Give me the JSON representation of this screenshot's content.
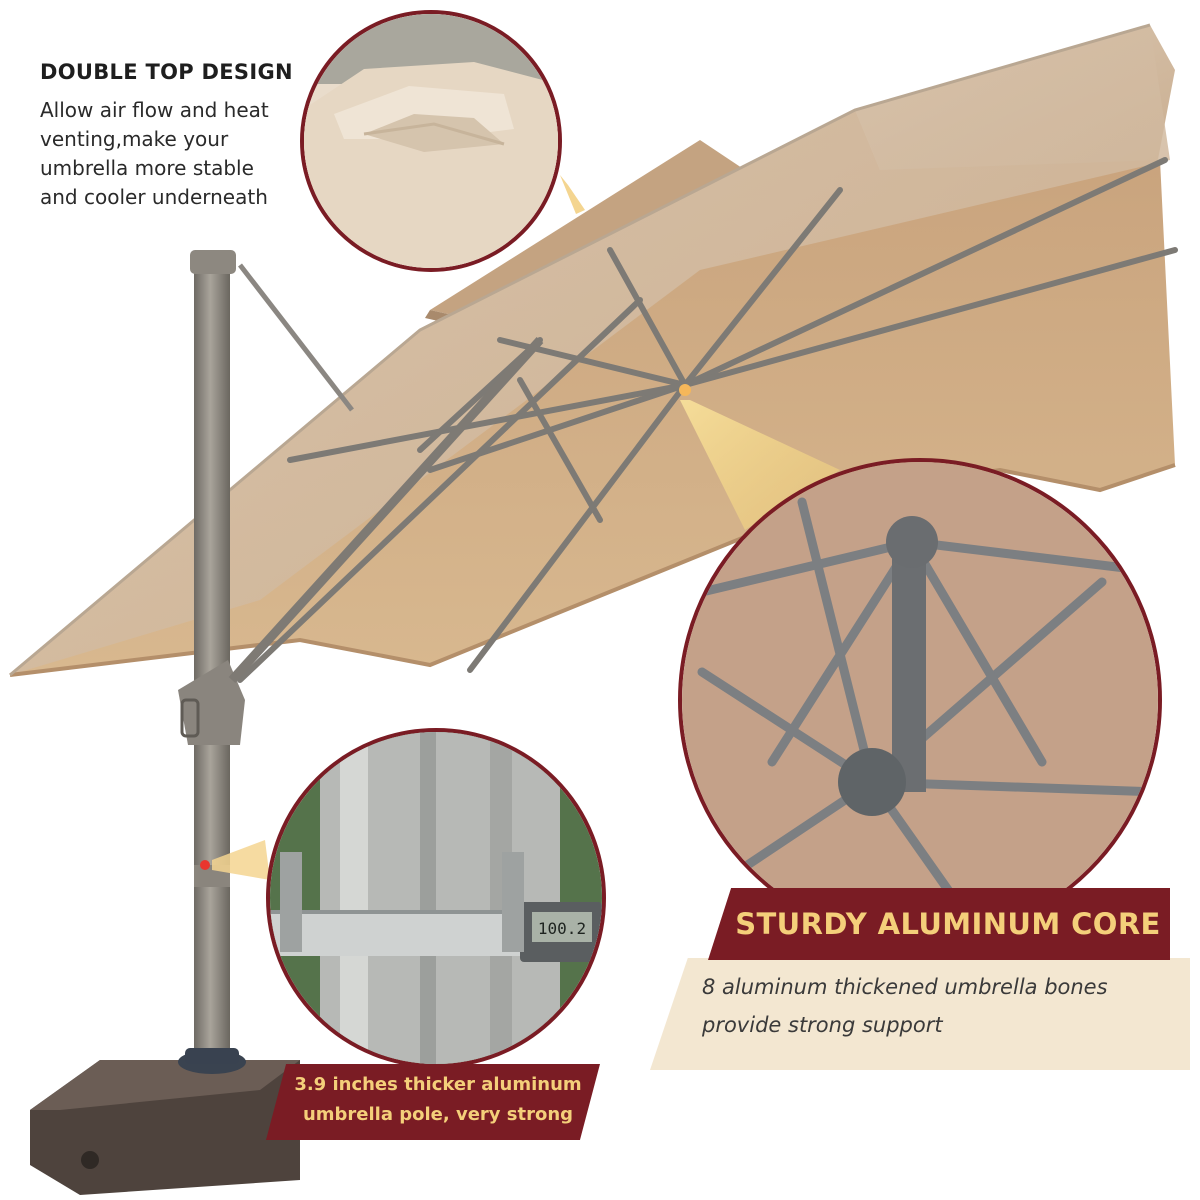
{
  "features": {
    "double_top": {
      "title": "DOUBLE TOP DESIGN",
      "lines": [
        "Allow air flow and heat",
        "venting,make your",
        "umbrella more stable",
        "and cooler underneath"
      ]
    },
    "aluminum_core": {
      "title": "STURDY ALUMINUM CORE",
      "lines": [
        "8 aluminum thickened umbrella bones",
        "provide strong support"
      ]
    },
    "pole": {
      "lines": [
        "3.9 inches thicker aluminum",
        "umbrella pole, very strong"
      ]
    }
  },
  "caliper_readout": "100.2",
  "colors": {
    "accent": "#7a1c24",
    "banner_text": "#f4cf7a",
    "canopy": "#c9a887",
    "frame": "#7b7b78"
  }
}
